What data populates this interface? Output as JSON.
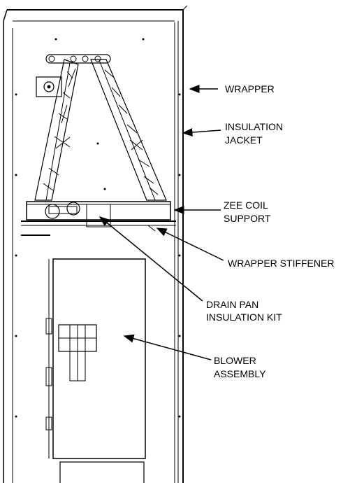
{
  "labels": {
    "wrapper": "WRAPPER",
    "insulation_jacket_1": "INSULATION",
    "insulation_jacket_2": "JACKET",
    "zee_coil_1": "ZEE COIL",
    "zee_coil_2": "SUPPORT",
    "wrapper_stiffener": "WRAPPER STIFFENER",
    "drain_pan_1": "DRAIN PAN",
    "drain_pan_2": "INSULATION KIT",
    "blower_1": "BLOWER",
    "blower_2": "ASSEMBLY"
  }
}
